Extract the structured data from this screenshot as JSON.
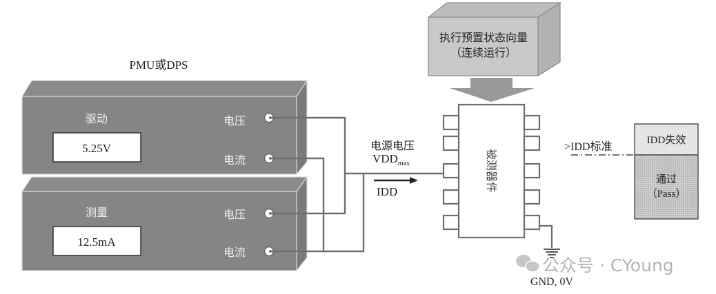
{
  "instrument": {
    "title": "PMU或DPS",
    "drive_panel": {
      "label": "驱动",
      "value": "5.25V",
      "voltage_port": "电压",
      "current_port": "电流"
    },
    "measure_panel": {
      "label": "测量",
      "value": "12.5mA",
      "voltage_port": "电压",
      "current_port": "电流"
    }
  },
  "supply": {
    "label_line1": "电源电压",
    "vdd": "VDD",
    "vdd_subscript": "max",
    "current_label": "IDD"
  },
  "vector_box": {
    "line1": "执行预置状态向量",
    "line2": "（连续运行）"
  },
  "dut": {
    "label": "被测器件",
    "ground_label": "GND, 0V"
  },
  "result": {
    "threshold_label": ">IDD标准",
    "fail_label": "IDD失效",
    "pass_line1": "通过",
    "pass_line2": "（Pass）"
  },
  "watermark": {
    "text": "公众号 · CYoung"
  },
  "colors": {
    "box_front": "#858585",
    "box_top": "#8a8a8a",
    "box_side": "#7a7a7a",
    "vector_front": "#c8c8c8",
    "vector_top": "#bdbdbd",
    "wire": "#6e6e6e",
    "arrow": "#999999"
  }
}
